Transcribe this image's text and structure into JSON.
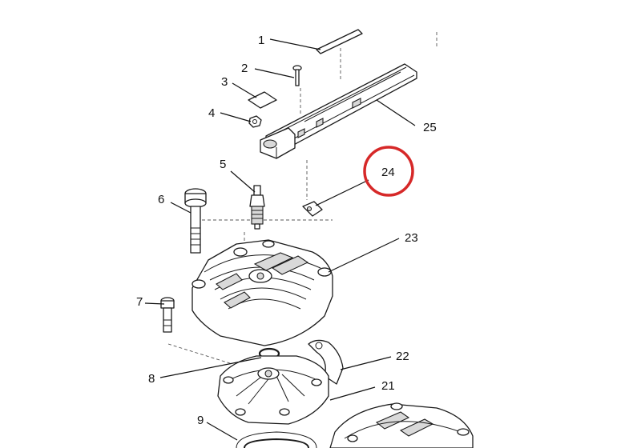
{
  "diagram": {
    "callouts": [
      {
        "id": "1",
        "label": "1"
      },
      {
        "id": "2",
        "label": "2"
      },
      {
        "id": "3",
        "label": "3"
      },
      {
        "id": "4",
        "label": "4"
      },
      {
        "id": "5",
        "label": "5"
      },
      {
        "id": "6",
        "label": "6"
      },
      {
        "id": "7",
        "label": "7"
      },
      {
        "id": "8",
        "label": "8"
      },
      {
        "id": "9",
        "label": "9"
      },
      {
        "id": "21",
        "label": "21"
      },
      {
        "id": "22",
        "label": "22"
      },
      {
        "id": "23",
        "label": "23"
      },
      {
        "id": "24",
        "label": "24"
      },
      {
        "id": "25",
        "label": "25"
      }
    ],
    "highlight": {
      "label": "24",
      "color": "#d62828"
    }
  }
}
